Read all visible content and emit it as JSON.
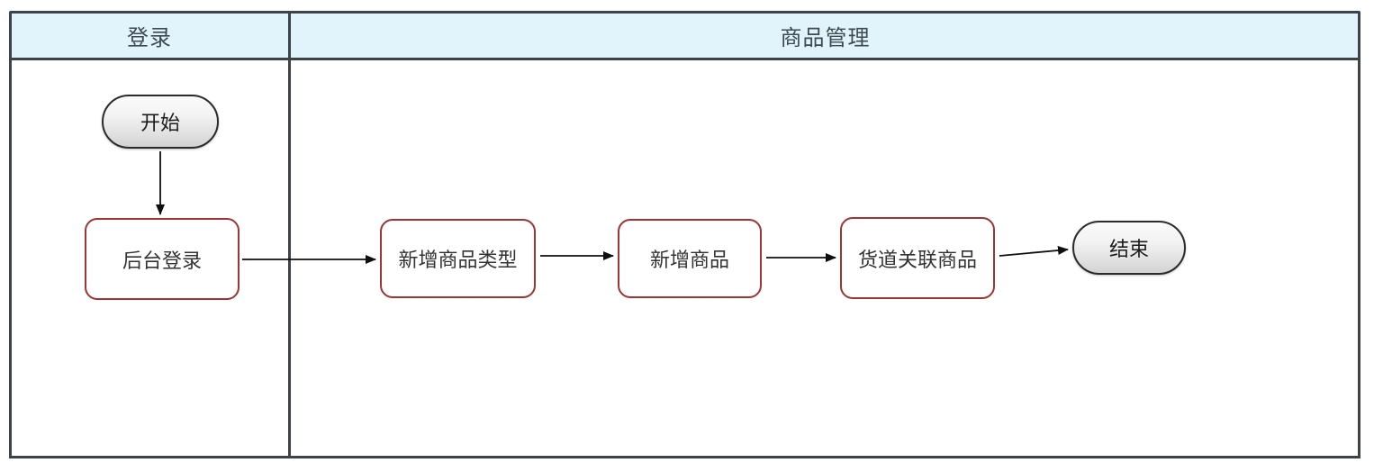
{
  "diagram": {
    "type": "swimlane-flowchart",
    "lanes": [
      {
        "id": "lane-login",
        "label": "登录"
      },
      {
        "id": "lane-product-management",
        "label": "商品管理"
      }
    ],
    "nodes": {
      "start": {
        "label": "开始",
        "type": "terminator",
        "lane": "登录"
      },
      "backend_login": {
        "label": "后台登录",
        "type": "process",
        "lane": "登录"
      },
      "add_product_type": {
        "label": "新增商品类型",
        "type": "process",
        "lane": "商品管理"
      },
      "add_product": {
        "label": "新增商品",
        "type": "process",
        "lane": "商品管理"
      },
      "channel_link": {
        "label": "货道关联商品",
        "type": "process",
        "lane": "商品管理"
      },
      "end": {
        "label": "结束",
        "type": "terminator",
        "lane": "商品管理"
      }
    },
    "edges": [
      {
        "from": "start",
        "to": "backend_login"
      },
      {
        "from": "backend_login",
        "to": "add_product_type"
      },
      {
        "from": "add_product_type",
        "to": "add_product"
      },
      {
        "from": "add_product",
        "to": "channel_link"
      },
      {
        "from": "channel_link",
        "to": "end"
      }
    ],
    "colors": {
      "header_fill": "#e2f4fb",
      "frame_border": "#3d4347",
      "process_border": "#9e3434",
      "terminator_border": "#2b2b2b",
      "terminator_fill": "#e4e4e4",
      "arrow": "#0f0f0f",
      "header_text": "#3d4a52",
      "node_text": "#333333"
    }
  }
}
